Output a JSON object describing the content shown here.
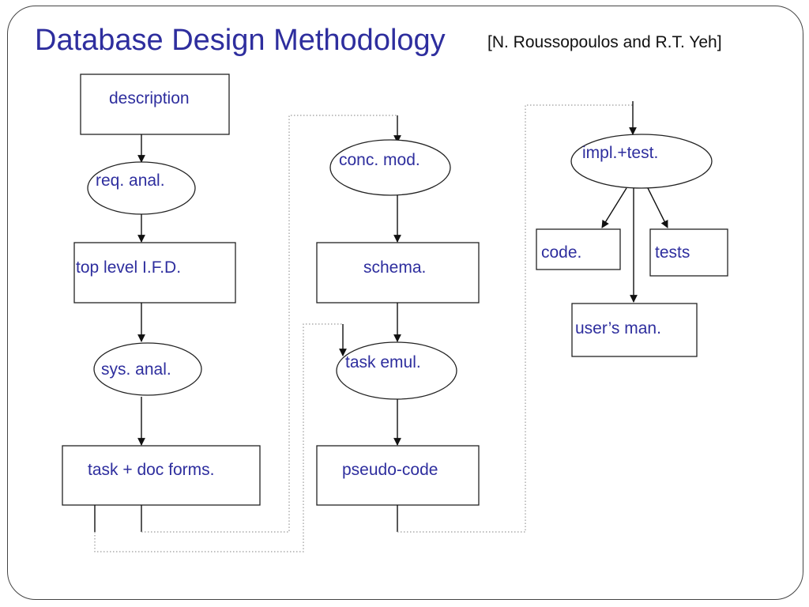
{
  "slide": {
    "title": "Database Design Methodology",
    "citation": "[N. Roussopoulos and R.T. Yeh]"
  },
  "colors": {
    "title": "#2e2e9e",
    "node_text": "#2e2e9e",
    "citation": "#111111",
    "lines": "#111111",
    "dotted_connectors": "#9a9a9a"
  },
  "diagram": {
    "nodes": [
      {
        "id": "description",
        "shape": "rect",
        "label": "description"
      },
      {
        "id": "req-anal",
        "shape": "ellipse",
        "label": "req. anal."
      },
      {
        "id": "top-level-ifd",
        "shape": "rect",
        "label": "top level I.F.D."
      },
      {
        "id": "sys-anal",
        "shape": "ellipse",
        "label": "sys. anal."
      },
      {
        "id": "task-doc-forms",
        "shape": "rect",
        "label": "task + doc forms."
      },
      {
        "id": "conc-mod",
        "shape": "ellipse",
        "label": "conc. mod."
      },
      {
        "id": "schema",
        "shape": "rect",
        "label": "schema."
      },
      {
        "id": "task-emul",
        "shape": "ellipse",
        "label": "task emul."
      },
      {
        "id": "pseudo-code",
        "shape": "rect",
        "label": "pseudo-code"
      },
      {
        "id": "impl-test",
        "shape": "ellipse",
        "label": "impl.+test."
      },
      {
        "id": "code",
        "shape": "rect",
        "label": "code."
      },
      {
        "id": "tests",
        "shape": "rect",
        "label": "tests"
      },
      {
        "id": "users-man",
        "shape": "rect",
        "label": "user’s man."
      }
    ],
    "edges": [
      {
        "from": "description",
        "to": "req-anal",
        "style": "solid"
      },
      {
        "from": "req-anal",
        "to": "top-level-ifd",
        "style": "solid"
      },
      {
        "from": "top-level-ifd",
        "to": "sys-anal",
        "style": "solid"
      },
      {
        "from": "sys-anal",
        "to": "task-doc-forms",
        "style": "solid"
      },
      {
        "from": "task-doc-forms",
        "to": "conc-mod",
        "style": "dotted"
      },
      {
        "from": "task-doc-forms",
        "to": "task-emul",
        "style": "dotted"
      },
      {
        "from": "conc-mod",
        "to": "schema",
        "style": "solid"
      },
      {
        "from": "schema",
        "to": "task-emul",
        "style": "solid"
      },
      {
        "from": "task-emul",
        "to": "pseudo-code",
        "style": "solid"
      },
      {
        "from": "pseudo-code",
        "to": "impl-test",
        "style": "dotted"
      },
      {
        "from": "impl-test",
        "to": "code",
        "style": "solid"
      },
      {
        "from": "impl-test",
        "to": "tests",
        "style": "solid"
      },
      {
        "from": "impl-test",
        "to": "users-man",
        "style": "solid"
      }
    ]
  }
}
